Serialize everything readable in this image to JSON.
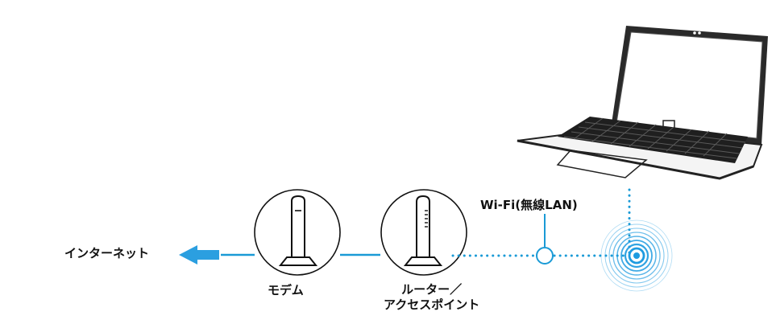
{
  "labels": {
    "internet": "インターネット",
    "modem": "モデム",
    "router_line1": "ルーター／",
    "router_line2": "アクセスポイント",
    "wifi": "Wi-Fi(無線LAN)"
  },
  "colors": {
    "line": "#1a9ad6",
    "arrow": "#2b9fe0",
    "wave": "#1e9be0",
    "outline": "#111111",
    "laptop_body": "#2a2a2a"
  },
  "icons": {
    "internet_arrow": "arrow-left-icon",
    "modem": "modem-icon",
    "router": "router-icon",
    "laptop": "laptop-icon",
    "wifi_signal": "wifi-signal-icon"
  }
}
